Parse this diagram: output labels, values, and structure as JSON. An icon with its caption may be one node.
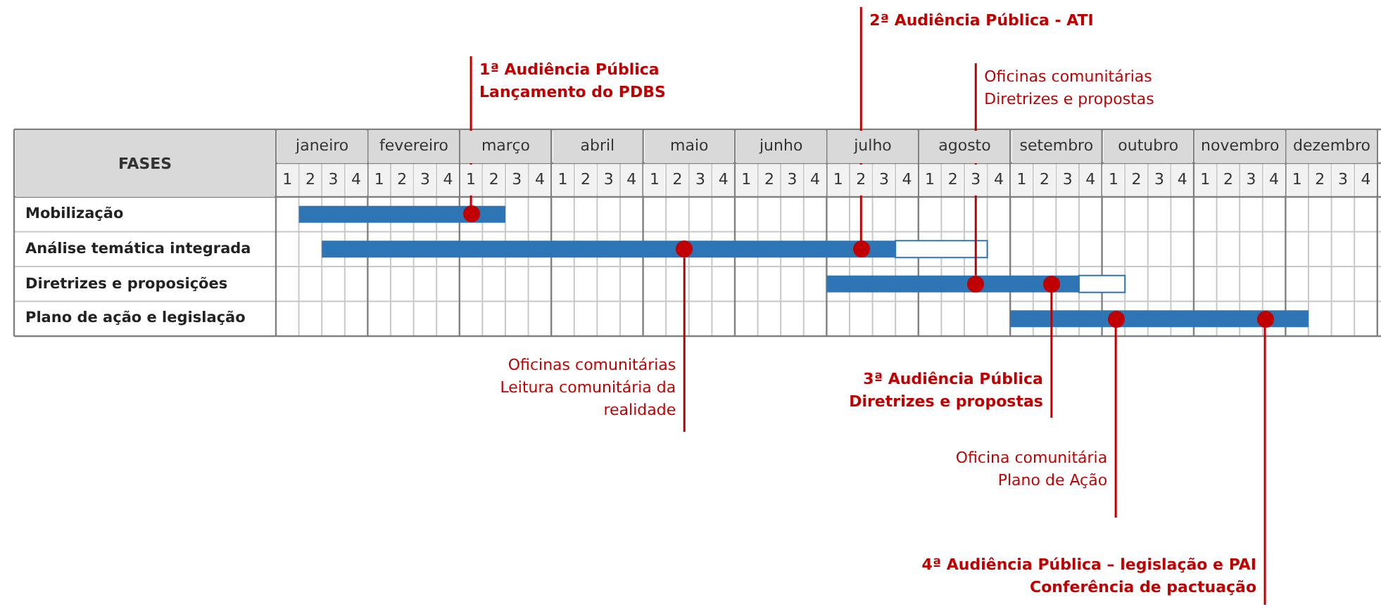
{
  "diagram": {
    "nodes": [
      {
        "text": [
          "1ª Audiência Pública Lançamento do PDBS"
        ]
      },
      {
        "text": [
          "2ª Audiência Pública - ATI"
        ]
      },
      {
        "text": [
          "Oficinas comunitárias Diretrizes e propostas"
        ]
      },
      {
        "text": [
          "Oficinas comunitárias Leitura comunitária da realidade"
        ]
      },
      {
        "text": [
          "3ª Audiência Pública Diretrizes e propostas"
        ]
      },
      {
        "text": [
          "Oficina comunitária Plano de Ação"
        ]
      },
      {
        "text": [
          "4ª Audiência Pública – legislação e PAI Conferência de pactuação"
        ]
      },
      {
        "text": [],
        "shape": "circle"
      },
      {
        "text": [],
        "shape": "circle"
      },
      {
        "text": [],
        "shape": "circle"
      },
      {
        "text": [],
        "shape": "circle"
      },
      {
        "text": [],
        "shape": "circle"
      },
      {
        "text": [],
        "shape": "circle"
      },
      {
        "text": [],
        "shape": "circle"
      }
    ],
    "edges": [
      {
        "from": 0,
        "to": 7,
        "arrow": "none"
      },
      {
        "from": 1,
        "to": 9,
        "arrow": "none"
      },
      {
        "from": 2,
        "to": 10,
        "arrow": "none"
      },
      {
        "from": 3,
        "to": 8,
        "arrow": "none"
      },
      {
        "from": 4,
        "to": 11,
        "arrow": "none"
      },
      {
        "from": 5,
        "to": 12,
        "arrow": "none"
      },
      {
        "from": 6,
        "to": 13,
        "arrow": "none"
      }
    ],
    "labels": [
      "FASES",
      "janeiro",
      "fevereiro",
      "março",
      "abril",
      "maio",
      "junho",
      "julho",
      "agosto",
      "setembro",
      "outubro",
      "novembro",
      "dezembro",
      "1",
      "2",
      "3",
      "4",
      "1",
      "2",
      "3",
      "4",
      "1",
      "2",
      "3",
      "4",
      "1",
      "2",
      "3",
      "4",
      "1",
      "2",
      "3",
      "4",
      "1",
      "2",
      "3",
      "4",
      "1",
      "2",
      "3",
      "4",
      "1",
      "2",
      "3",
      "4",
      "1",
      "2",
      "3",
      "4",
      "1",
      "2",
      "3",
      "4",
      "1",
      "2",
      "3",
      "4",
      "1",
      "2",
      "3",
      "4",
      "Mobilização",
      "Análise temática integrada",
      "Diretrizes e proposições",
      "Plano de ação e legislação"
    ]
  }
}
